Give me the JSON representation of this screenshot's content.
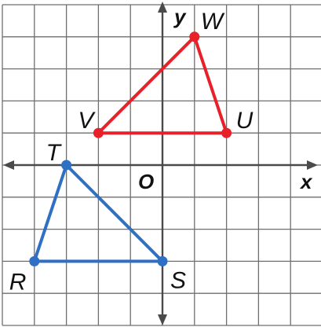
{
  "chart_data": {
    "type": "scatter",
    "x_axis_label": "x",
    "y_axis_label": "y",
    "origin_label": "O",
    "xlim": [
      -5,
      5
    ],
    "ylim": [
      -5,
      5
    ],
    "grid": true,
    "triangles": [
      {
        "color": "#e8202a",
        "vertices": [
          {
            "label": "V",
            "x": -2,
            "y": 1
          },
          {
            "label": "W",
            "x": 1,
            "y": 4
          },
          {
            "label": "U",
            "x": 2,
            "y": 1
          }
        ]
      },
      {
        "color": "#2f6fc4",
        "vertices": [
          {
            "label": "T",
            "x": -3,
            "y": 0
          },
          {
            "label": "S",
            "x": 0,
            "y": -3
          },
          {
            "label": "R",
            "x": -4,
            "y": -3
          }
        ]
      }
    ]
  }
}
